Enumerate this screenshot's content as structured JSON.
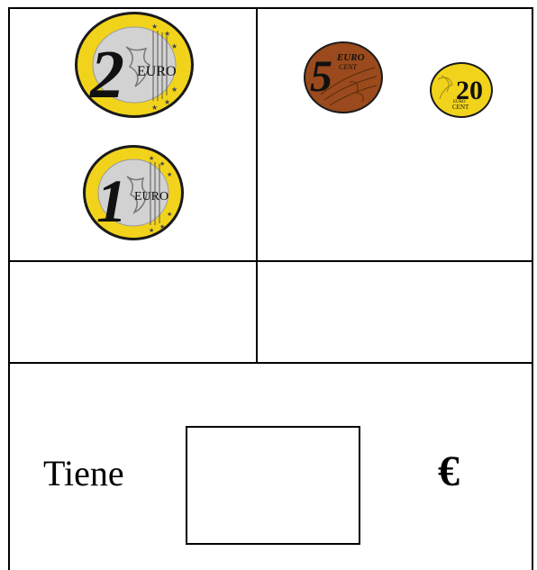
{
  "coins": {
    "two_euro": {
      "value": "2",
      "unit": "EURO"
    },
    "one_euro": {
      "value": "1",
      "unit": "EURO"
    },
    "five_cent": {
      "value": "5",
      "unit_top": "EURO",
      "unit_bottom": "CENT"
    },
    "twenty_cent": {
      "value": "20",
      "unit_top": "EURO",
      "unit_bottom": "CENT"
    }
  },
  "answer": {
    "label": "Tiene",
    "currency_symbol": "€",
    "value": ""
  },
  "colors": {
    "gold": "#f2d31b",
    "silver": "#d2d2d2",
    "copper": "#9a4a1c",
    "watermark": "#f3e3e3"
  }
}
